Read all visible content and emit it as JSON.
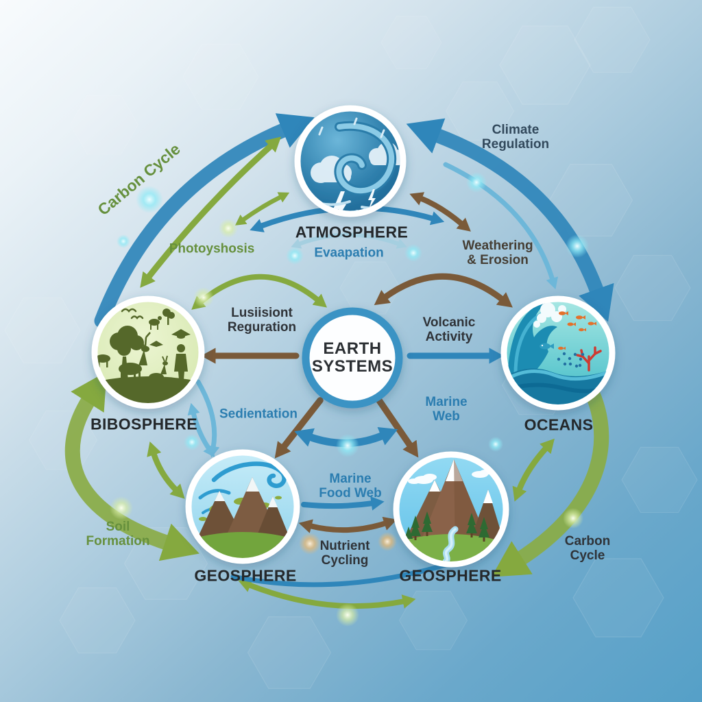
{
  "diagram": {
    "center": {
      "title_line1": "EARTH",
      "title_line2": "SYSTEMS"
    },
    "nodes": {
      "atmosphere": {
        "label": "ATMOSPHERE"
      },
      "biosphere": {
        "label": "BIBOSPHERE"
      },
      "oceans": {
        "label": "OCEANS"
      },
      "geosphere_left": {
        "label": "GEOSPHERE"
      },
      "geosphere_right": {
        "label": "GEOSPHERE"
      }
    },
    "flows": {
      "carbon_cycle_top": {
        "text": "Carbon Cycle"
      },
      "climate_regulation": {
        "line1": "Climate",
        "line2": "Regulation"
      },
      "photosynthesis": {
        "text": "Photoyshosis"
      },
      "evaporation": {
        "text": "Evaapation"
      },
      "weathering_erosion": {
        "line1": "Weathering",
        "line2": "& Erosion"
      },
      "nutrient_regulation": {
        "line1": "Lusiisiont",
        "line2": "Reguration"
      },
      "volcanic_activity": {
        "line1": "Volcanic",
        "line2": "Activity"
      },
      "sedimentation": {
        "text": "Sedientation"
      },
      "marine_web": {
        "line1": "Marine",
        "line2": "Web"
      },
      "marine_food_web": {
        "line1": "Marine",
        "line2": "Food Web"
      },
      "nutrient_cycling": {
        "line1": "Nutrient",
        "line2": "Cycling"
      },
      "soil_formation": {
        "line1": "Soil",
        "line2": "Formation"
      },
      "carbon_cycle_bottom": {
        "line1": "Carbon",
        "line2": "Cycle"
      }
    },
    "colors": {
      "background_top": "#f8fbfd",
      "background_bottom": "#55a0c8",
      "arrow_blue": "#2f86ba",
      "arrow_sky_blue": "#6db7d9",
      "arrow_pale_blue": "#a5cfe0",
      "arrow_green": "#85a93f",
      "arrow_brown": "#7a5a39",
      "label_blue": "#2b7db0",
      "label_green": "#66903d",
      "label_dark": "#2f3338",
      "label_slate": "#32495c",
      "node_ring": "#3a93c4"
    }
  }
}
